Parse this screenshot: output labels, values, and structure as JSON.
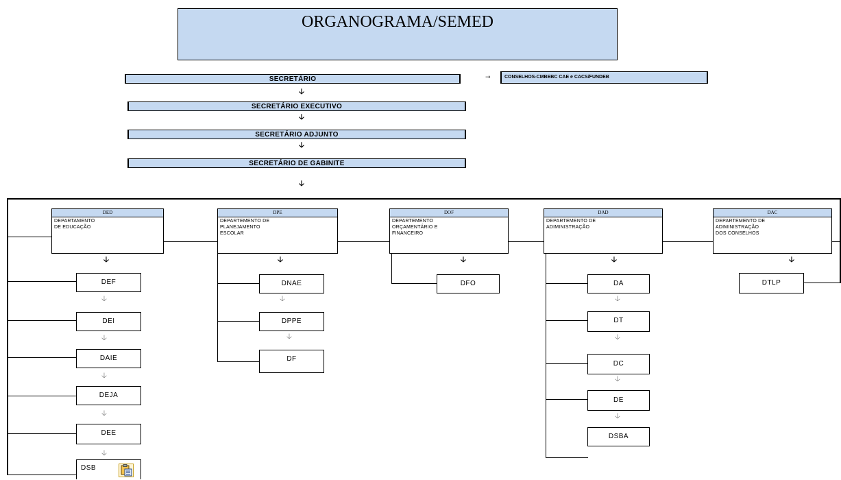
{
  "title": "ORGANOGRAMA/SEMED",
  "chain": [
    "SECRETÁRIO",
    "SECRETÁRIO  EXECUTIVO",
    "SECRETÁRIO  ADJUNTO",
    "SECRETÁRIO  DE GABINITE"
  ],
  "councils": "CONSELHOS-CMBEBC  CAE  e  CACS/FUNDEB",
  "departments": [
    {
      "code": "DED",
      "name": "DEPARTAMENTO\nDE EDUCAÇÃO",
      "units": [
        "DEF",
        "DEI",
        "DAIE",
        "DEJA",
        "DEE",
        "DSB"
      ]
    },
    {
      "code": "DPE",
      "name": "DEPARTEMENTO   DE\nPLANEJAMENTO\nESCOLAR",
      "units": [
        "DNAE",
        "DPPE",
        "DF"
      ]
    },
    {
      "code": "DOF",
      "name": "DEPARTEMENTO\nORÇAMENTÁRIO  E\nFINANCEIRO",
      "units": [
        "DFO"
      ]
    },
    {
      "code": "DAD",
      "name": "DEPARTEMENTO   DE\nADIMINISTRAÇÃO",
      "units": [
        "DA",
        "DT",
        "DC",
        "DE",
        "DSBA"
      ]
    },
    {
      "code": "DAC",
      "name": "DEPARTEMENTO   DE\nADIMINISTRAÇÃO\nDOS CONSELHOS",
      "units": [
        "DTLP"
      ]
    }
  ],
  "paste_icon": "clipboard-paste-icon"
}
